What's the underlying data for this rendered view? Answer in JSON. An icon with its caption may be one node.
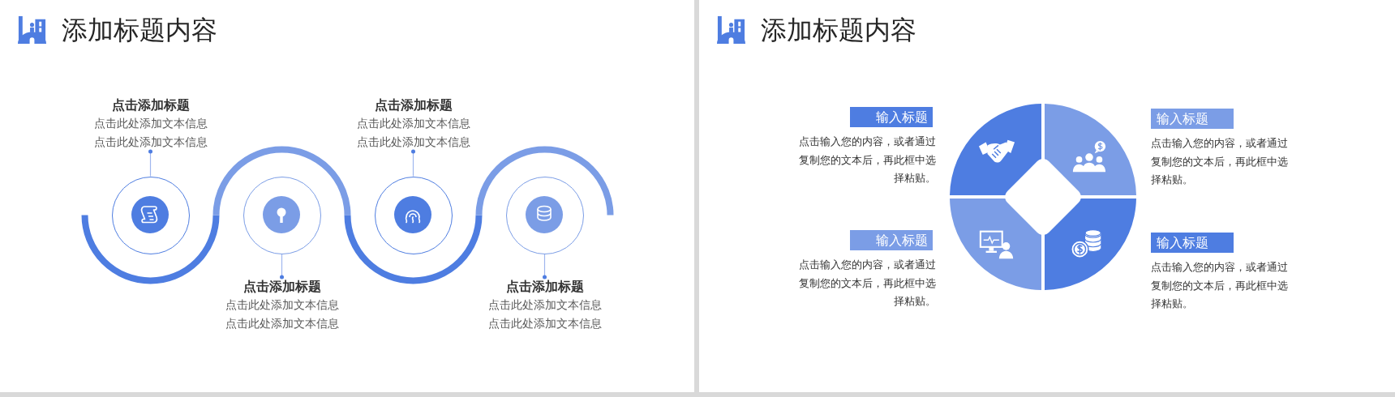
{
  "diagram": {
    "nodes": [
      {
        "text": [
          "添加标题内容"
        ]
      },
      {
        "text": [
          "点击添加标题",
          "点击此处添加文本信息",
          "点击此处添加文本信息"
        ],
        "in": 0
      },
      {
        "text": [],
        "shape": "circle",
        "in": 0
      },
      {
        "text": [],
        "shape": "circle",
        "in": 0
      },
      {
        "text": [
          "点击添加标题",
          "点击此处添加文本信息",
          "点击此处添加文本信息"
        ],
        "in": 0
      },
      {
        "text": [
          "点击添加标题",
          "点击此处添加文本信息",
          "点击此处添加文本信息"
        ],
        "in": 0
      },
      {
        "text": [],
        "shape": "circle",
        "in": 0
      },
      {
        "text": [],
        "shape": "circle",
        "in": 0
      },
      {
        "text": [
          "点击添加标题",
          "点击此处添加文本信息",
          "点击此处添加文本信息"
        ],
        "in": 0
      },
      {
        "text": [
          "添加标题内容"
        ]
      },
      {
        "text": [
          "输入标题"
        ],
        "beside": [
          "点击输入您的内容，或者通过复制您的文本后，再此框中选择粘贴。"
        ],
        "in": 9
      },
      {
        "text": [
          "输入标题"
        ],
        "beside": [
          "点击输入您的内容，或者通过复制您的文本后，再此框中选择粘贴。"
        ],
        "in": 9
      },
      {
        "text": [
          "输入标题"
        ],
        "beside": [
          "点击输入您的内容，或者通过复制您的文本后，再此框中选择粘贴。"
        ],
        "in": 9
      },
      {
        "text": [
          "输入标题"
        ],
        "beside": [
          "点击输入您的内容，或者通过复制您的文本后，再此框中选择粘贴。"
        ],
        "in": 9
      }
    ],
    "edges": [
      {
        "from": 1,
        "to": 2,
        "arrow": "other"
      },
      {
        "from": 4,
        "to": 3,
        "arrow": "other"
      },
      {
        "from": 5,
        "to": 6,
        "arrow": "other"
      },
      {
        "from": 8,
        "to": 7,
        "arrow": "other"
      }
    ]
  }
}
